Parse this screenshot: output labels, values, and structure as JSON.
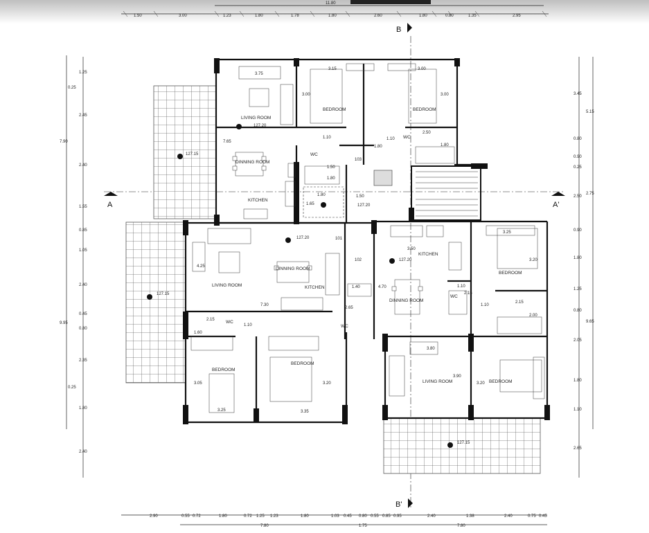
{
  "drawing": {
    "top_overall_dim": "11.80",
    "top_dims": [
      "1.50",
      "3.00",
      "1.23",
      "1.80",
      "1.78",
      "1.80",
      "2.60",
      "1.80",
      "0.80",
      "1.35",
      "2.95"
    ],
    "bottom_dims": [
      "2.90",
      "0.55",
      "0.72",
      "1.80",
      "0.72",
      "1.25",
      "1.23",
      "1.80",
      "1.03",
      "0.45",
      "0.80",
      "0.55",
      "0.85",
      "0.95",
      "2.40",
      "1.38",
      "2.40",
      "0.75",
      "0.45"
    ],
    "bottom_totals": [
      "7.80",
      "1.75",
      "7.80"
    ],
    "left_outer_dims": [
      "7.90",
      "9.95"
    ],
    "left_dims": [
      "1.25",
      "0.25",
      "2.45",
      "2.40",
      "1.55",
      "0.85",
      "1.05",
      "2.40",
      "0.45",
      "0.80",
      "2.35",
      "0.25",
      "1.80",
      "2.40"
    ],
    "right_dims": [
      "3.45",
      "0.80",
      "0.90",
      "0.25",
      "2.50",
      "0.90",
      "1.80",
      "1.25",
      "0.80",
      "2.05",
      "1.80",
      "1.10",
      "2.65"
    ],
    "right_outer_dims": [
      "5.15",
      "2.75",
      "9.65"
    ],
    "section_labels": {
      "A": "A",
      "A_prime": "A'",
      "B": "B",
      "B_prime": "B'"
    },
    "rooms": {
      "living_top": "LIVING ROOM",
      "dining_top": "DINNING ROOM",
      "kitchen_top": "KITCHEN",
      "bedroom_top1": "BEDROOM",
      "bedroom_top2": "BEDROOM",
      "wc_top1": "WC",
      "wc_top2": "WC",
      "living_left": "LIVING ROOM",
      "dining_left": "DINNING ROOM",
      "kitchen_left": "KITCHEN",
      "wc_left1": "WC",
      "wc_left2": "WC",
      "bedroom_left1": "BEDROOM",
      "bedroom_left2": "BEDROOM",
      "kitchen_right": "KITCHEN",
      "dining_right": "DINNING ROOM",
      "bedroom_right1": "BEDROOM",
      "wc_right": "WC",
      "living_right": "LIVING ROOM",
      "bedroom_right2": "BEDROOM"
    },
    "levels": [
      "127.20",
      "127.20",
      "127.20",
      "127.20",
      "127.15",
      "127.15",
      "127.15"
    ],
    "room_numbers": [
      "101",
      "102",
      "103"
    ],
    "inner_dims": {
      "top_sofa": "3.75",
      "top_bed1": "3.15",
      "top_bed2": "3.00",
      "top_bed1_h": "3.00",
      "top_bed2_h": "3.00",
      "top_living_h": "7.65",
      "top_corr1": "1.10",
      "top_corr2": "1.10",
      "top_corr3": "1.80",
      "top_wc1": "1.50",
      "top_wc2": "2.50",
      "top_wc3": "1.80",
      "top_wc4": "1.80",
      "top_stair1": "1.80",
      "top_stair2": "1.65",
      "top_stair3": "1.50",
      "left_living_w": "4.25",
      "left_living_l": "7.30",
      "left_wc1": "2.15",
      "left_wc2": "1.10",
      "left_wc3": "1.60",
      "left_wc4": "1.40",
      "left_wc5": "2.65",
      "left_bed1_h": "3.05",
      "left_bed1_w": "3.25",
      "left_bed2_h": "3.20",
      "left_bed2_w": "3.35",
      "right_kitchen": "3.50",
      "right_dining": "4.70",
      "right_bed1_w": "3.25",
      "right_bed1_h": "3.20",
      "right_wc1": "1.10",
      "right_wc2": "2.15",
      "right_wc3": "1.10",
      "right_wc4": "2.15",
      "right_wc5": "2.00",
      "right_living_w": "3.80",
      "right_living_h": "3.90",
      "right_bed2_h": "3.20"
    }
  }
}
